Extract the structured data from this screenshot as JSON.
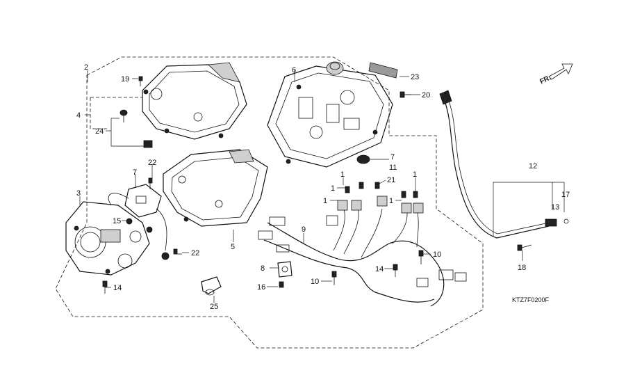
{
  "diagram": {
    "direction_marker": "FR.",
    "drawing_code": "KTZ7F0200F",
    "callouts": {
      "c1a": "1",
      "c1b": "1",
      "c1c": "1",
      "c1d": "1",
      "c1e": "1",
      "c2": "2",
      "c3": "3",
      "c4": "4",
      "c5": "5",
      "c6": "6",
      "c7a": "7",
      "c7b": "7",
      "c8": "8",
      "c9": "9",
      "c10a": "10",
      "c10b": "10",
      "c11": "11",
      "c12": "12",
      "c13": "13",
      "c14a": "14",
      "c14b": "14",
      "c15": "15",
      "c16": "16",
      "c17": "17",
      "c18": "18",
      "c19": "19",
      "c20": "20",
      "c21": "21",
      "c22a": "22",
      "c22b": "22",
      "c23": "23",
      "c24": "24",
      "c25": "25"
    }
  }
}
